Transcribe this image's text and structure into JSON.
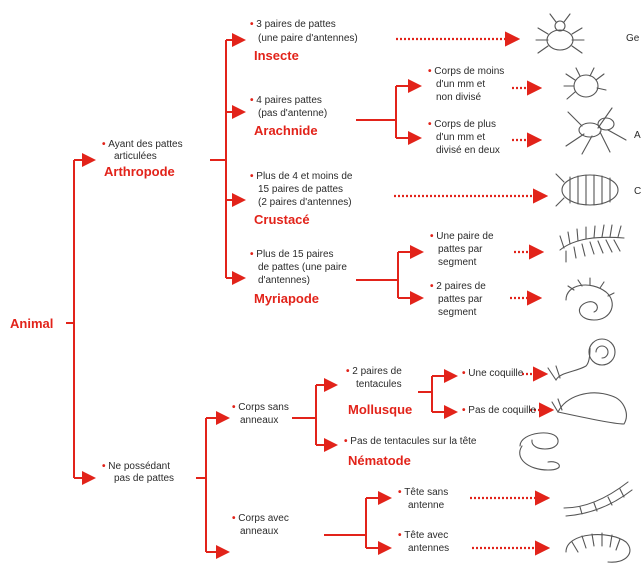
{
  "diagram": {
    "root": "Animal",
    "colors": {
      "accent": "#e2231a",
      "text": "#2b2b2b",
      "sketch": "#555555"
    },
    "level1": {
      "pattes": [
        "Ayant des pattes",
        "articulées"
      ],
      "pattes_group": "Arthropode",
      "sans_pattes": [
        "Ne possédant",
        "pas de pattes"
      ]
    },
    "arthropodes": {
      "insecte_crit": [
        "3 paires de pattes",
        "(une paire d'antennes)"
      ],
      "insecte": "Insecte",
      "arachnide_crit": [
        "4 paires pattes",
        "(pas d'antenne)"
      ],
      "arachnide": "Arachnide",
      "arachnide_a": [
        "Corps de moins",
        "d'un mm et",
        "non divisé"
      ],
      "arachnide_b": [
        "Corps de plus",
        "d'un mm et",
        "divisé en deux"
      ],
      "crustace_crit": [
        "Plus de 4 et moins de",
        "15 paires de pattes",
        "(2 paires d'antennes)"
      ],
      "crustace": "Crustacé",
      "myriapode_crit": [
        "Plus de 15 paires",
        "de pattes (une paire",
        "d'antennes)"
      ],
      "myriapode": "Myriapode",
      "myriapode_a": [
        "Une paire de",
        "pattes par",
        "segment"
      ],
      "myriapode_b": [
        "2 paires de",
        "pattes par",
        "segment"
      ]
    },
    "sans_pattes": {
      "sans_anneaux": [
        "Corps sans",
        "anneaux"
      ],
      "tentacules": [
        "2 paires de",
        "tentacules"
      ],
      "mollusque": "Mollusque",
      "coquille": "Une coquille",
      "sans_coquille": "Pas de coquille",
      "pas_tentacules": "Pas de tentacules sur la tête",
      "nematode": "Nématode",
      "avec_anneaux": [
        "Corps avec",
        "anneaux"
      ],
      "tete_sans": [
        "Tête sans",
        "antenne"
      ],
      "tete_avec": [
        "Tête avec",
        "antennes"
      ]
    },
    "cut_labels": {
      "insecte": "Ge",
      "arachnide": "A",
      "crustace": "C"
    },
    "icons": [
      "beetle-sketch",
      "mite-sketch",
      "spider-sketch",
      "woodlouse-sketch",
      "centipede-sketch",
      "millipede-sketch",
      "snail-sketch",
      "slug-sketch",
      "nematode-worm-sketch",
      "earthworm-sketch",
      "woodlouse-larva-sketch"
    ]
  }
}
